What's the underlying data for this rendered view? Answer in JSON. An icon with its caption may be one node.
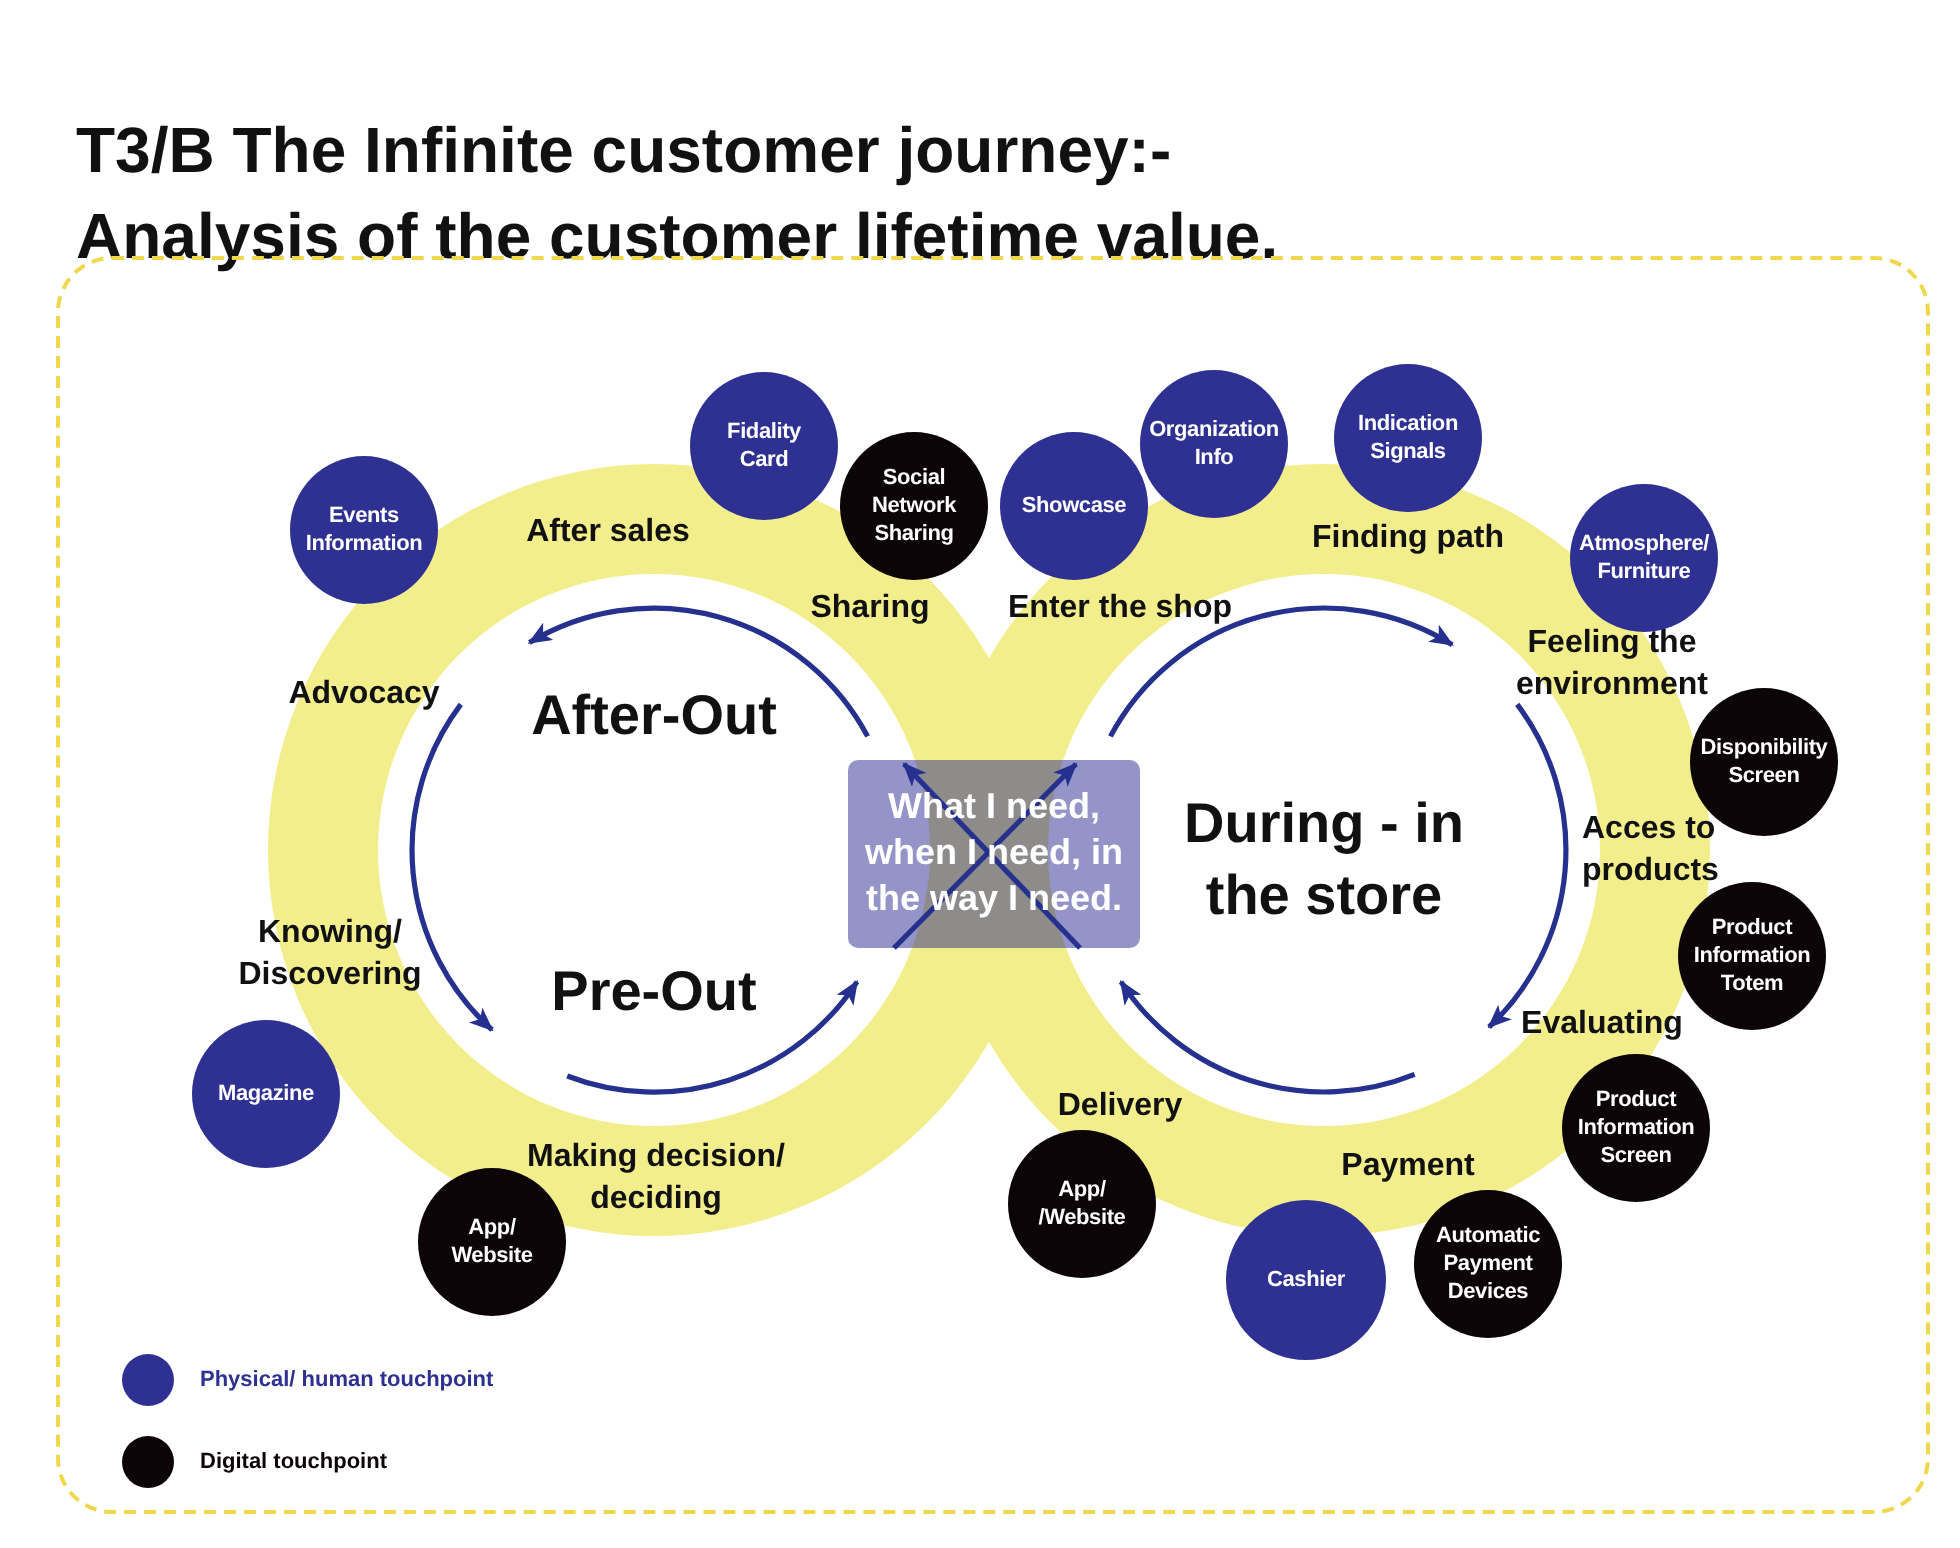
{
  "diagram": {
    "title": "T3/B The Infinite customer journey:- Analysis of the customer lifetime value.",
    "nodes": [
      {
        "text": [
          "Events Information"
        ]
      },
      {
        "text": [
          "Fidality Card"
        ]
      },
      {
        "text": [
          "Social Network Sharing"
        ]
      },
      {
        "text": [
          "Showcase"
        ]
      },
      {
        "text": [
          "Organization Info"
        ]
      },
      {
        "text": [
          "Indication Signals"
        ]
      },
      {
        "text": [
          "Atmosphere/ Furniture"
        ]
      },
      {
        "text": [
          "Disponibility Screen"
        ]
      },
      {
        "text": [
          "What I need, when I need, in the way I need."
        ]
      },
      {
        "text": [
          "Product Information Totem"
        ]
      },
      {
        "text": [
          "Magazine"
        ]
      },
      {
        "text": [
          "Product Information Screen"
        ]
      },
      {
        "text": [
          "App/ /Website"
        ]
      },
      {
        "text": [
          "App/ Website"
        ]
      },
      {
        "text": [
          "Automatic Payment Devices"
        ]
      },
      {
        "text": [
          "Cashier"
        ]
      }
    ],
    "labels": [
      "After sales",
      "Finding path",
      "Sharing",
      "Enter the shop",
      "Feeling the environment",
      "Advocacy",
      "After-Out",
      "During - in the store",
      "Acces to products",
      "Knowing/ Discovering",
      "Pre-Out",
      "Evaluating",
      "Delivery",
      "Making decision/ deciding",
      "Payment"
    ],
    "legend": [
      {
        "text": "Physical/ human touchpoint",
        "color": "#2e3192"
      },
      {
        "text": "Digital touchpoint",
        "color": "#0c0508"
      }
    ]
  }
}
